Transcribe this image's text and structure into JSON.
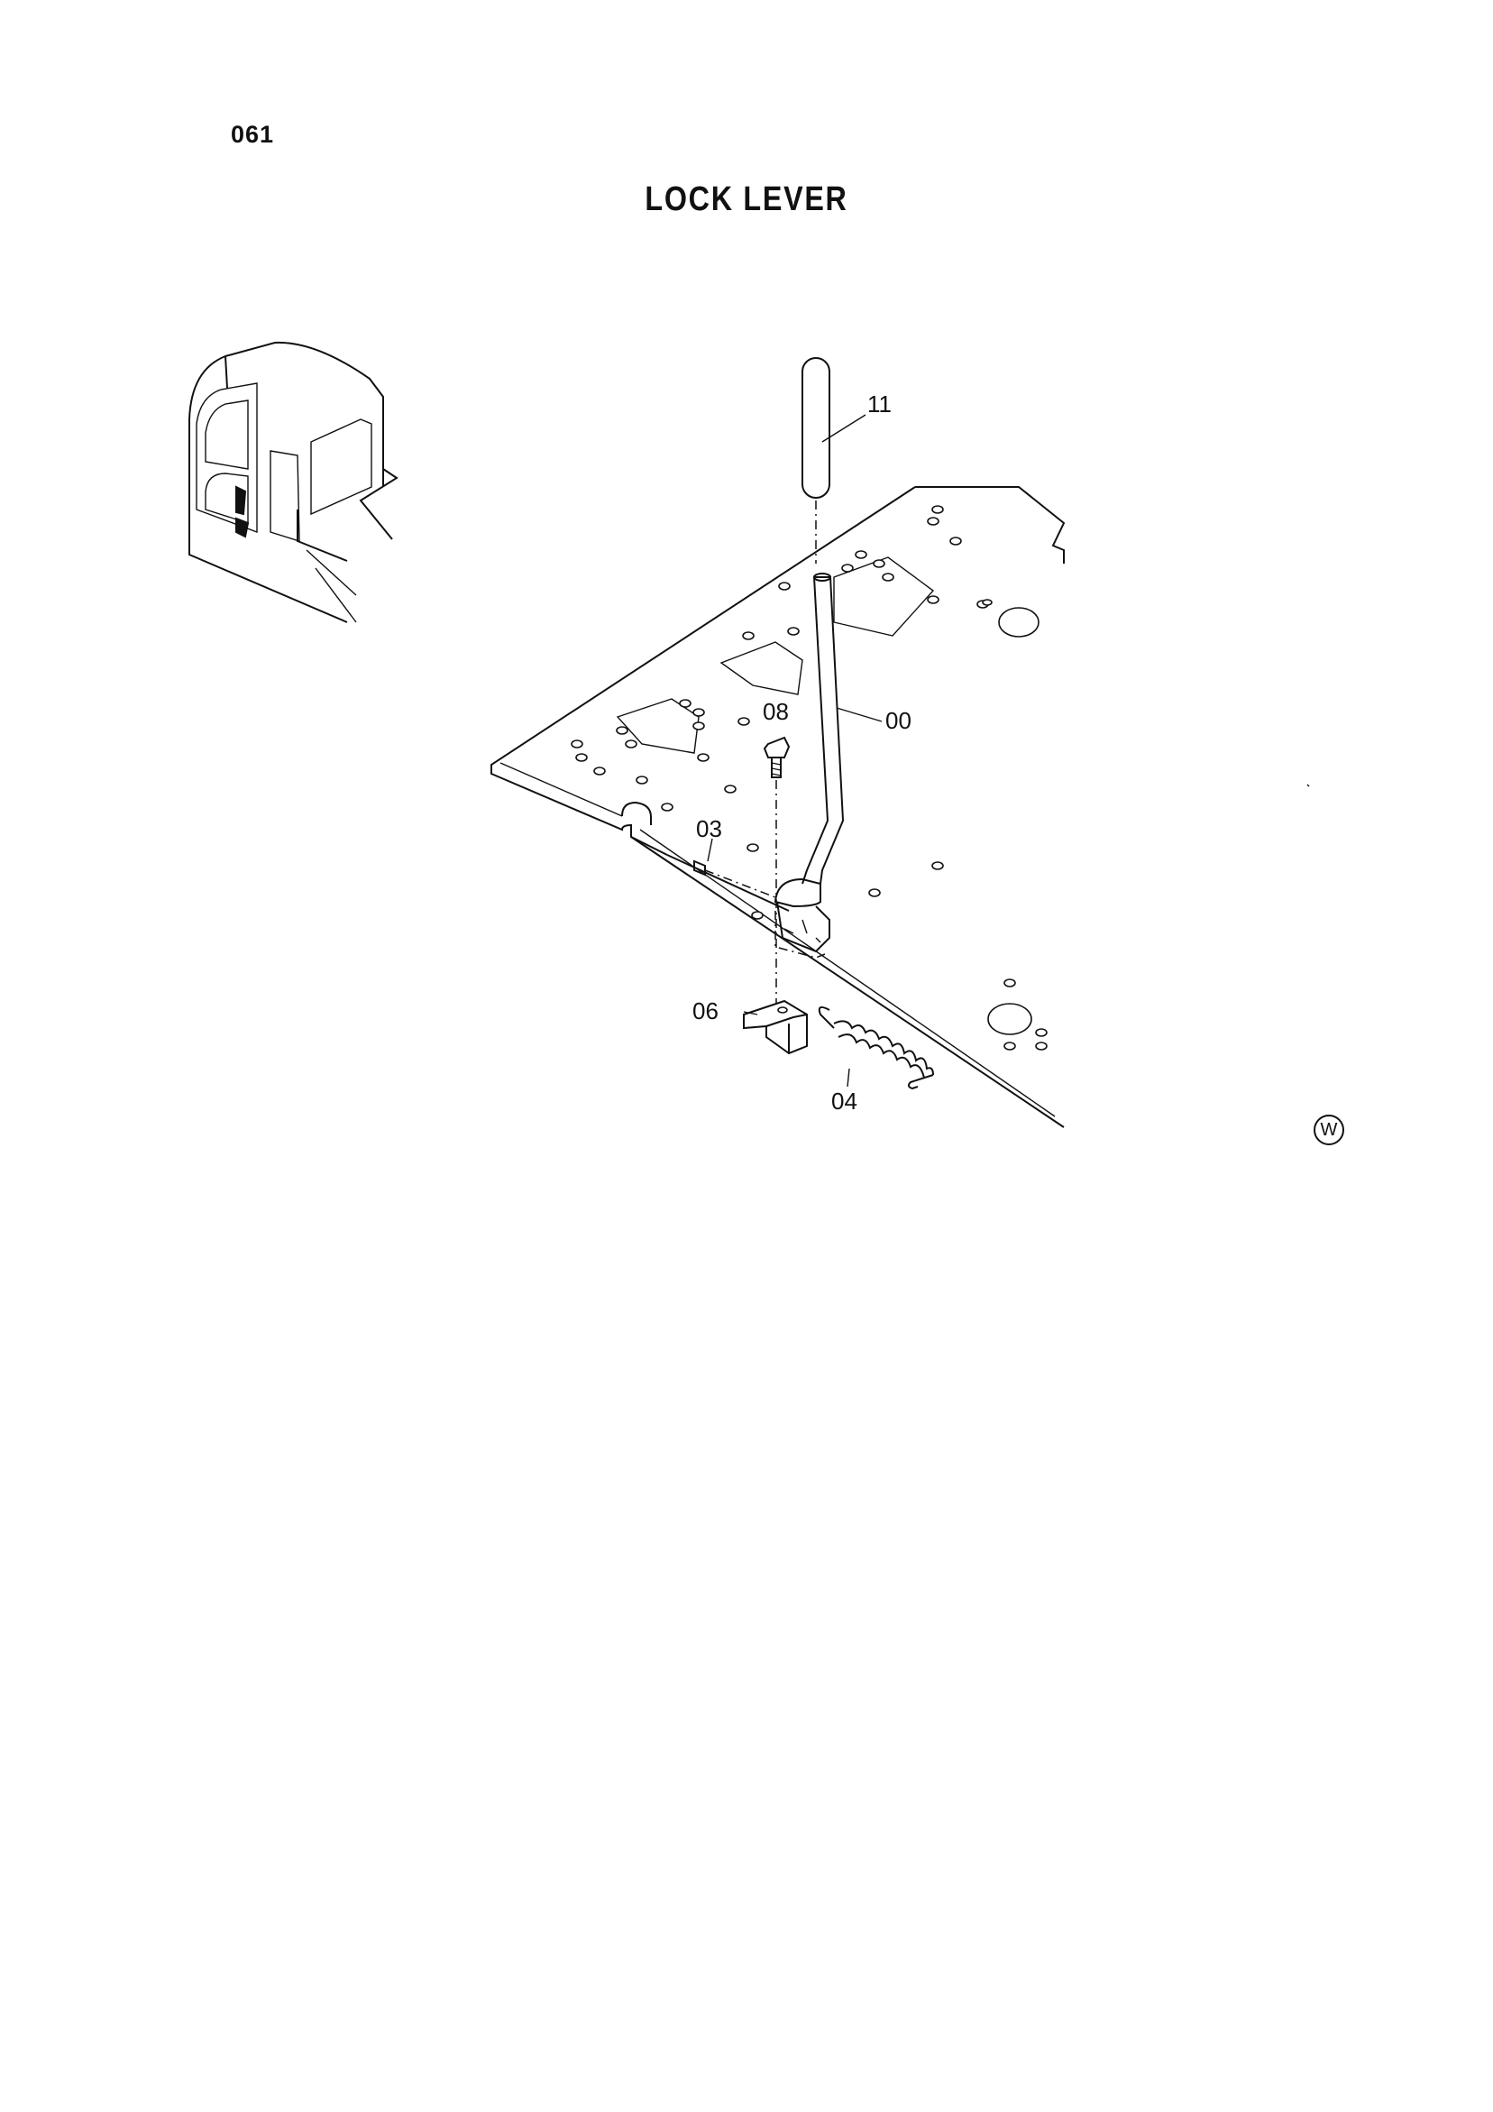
{
  "page": {
    "number": "061",
    "title": "LOCK LEVER"
  },
  "callouts": {
    "c11": "11",
    "c00": "00",
    "c08": "08",
    "c03": "03",
    "c06": "06",
    "c04": "04"
  },
  "watermark": "W"
}
